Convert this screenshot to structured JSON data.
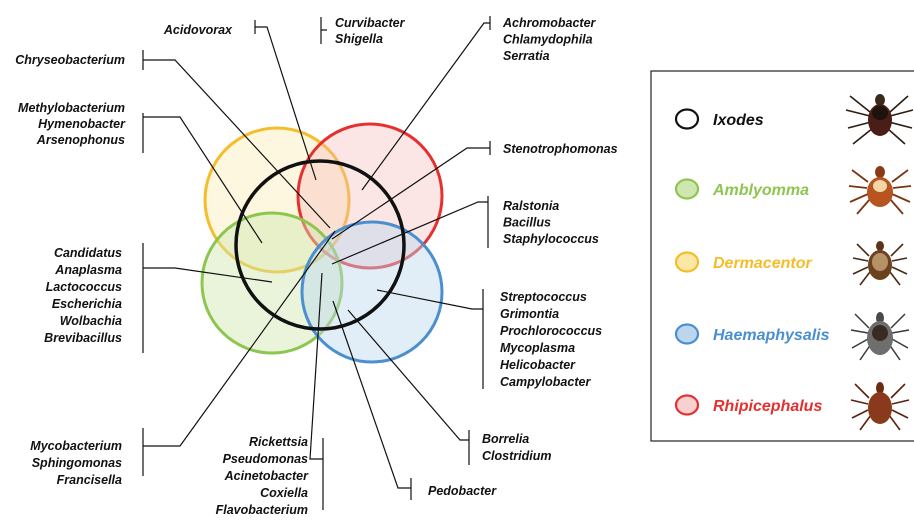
{
  "colors": {
    "ixodes": "#111111",
    "amblyomma": "#8dc64f",
    "dermacentor": "#f5bd2a",
    "haemaphysalis": "#4a8fcf",
    "rhipicephalus": "#e63030"
  },
  "legend": {
    "items": [
      {
        "name": "Ixodes",
        "color": "#111111",
        "tick_icon": "ixodes-tick-icon"
      },
      {
        "name": "Amblyomma",
        "color": "#8dc64f",
        "tick_icon": "amblyomma-tick-icon"
      },
      {
        "name": "Dermacentor",
        "color": "#f5bd2a",
        "tick_icon": "dermacentor-tick-icon"
      },
      {
        "name": "Haemaphysalis",
        "color": "#4a8fcf",
        "tick_icon": "haemaphysalis-tick-icon"
      },
      {
        "name": "Rhipicephalus",
        "color": "#e63030",
        "tick_icon": "rhipicephalus-tick-icon"
      }
    ]
  },
  "groups": {
    "acidovorax": [
      "Acidovorax"
    ],
    "curvibacter": [
      "Curvibacter",
      "Shigella"
    ],
    "achromobacter": [
      "Achromobacter",
      "Chlamydophila",
      "Serratia"
    ],
    "chryseobacterium": [
      "Chryseobacterium"
    ],
    "methylobacterium": [
      "Methylobacterium",
      "Hymenobacter",
      "Arsenophonus"
    ],
    "stenotrophomonas": [
      "Stenotrophomonas"
    ],
    "ralstonia": [
      "Ralstonia",
      "Bacillus",
      "Staphylococcus"
    ],
    "candidatus": [
      "Candidatus",
      "Anaplasma",
      "Lactococcus",
      "Escherichia",
      "Wolbachia",
      "Brevibacillus"
    ],
    "streptococcus": [
      "Streptococcus",
      "Grimontia",
      "Prochlorococcus",
      "Mycoplasma",
      "Helicobacter",
      "Campylobacter"
    ],
    "mycobacterium": [
      "Mycobacterium",
      "Sphingomonas",
      "Francisella"
    ],
    "rickettsia": [
      "Rickettsia",
      "Pseudomonas",
      "Acinetobacter",
      "Coxiella",
      "Flavobacterium"
    ],
    "borrelia": [
      "Borrelia",
      "Clostridium"
    ],
    "pedobacter": [
      "Pedobacter"
    ]
  }
}
